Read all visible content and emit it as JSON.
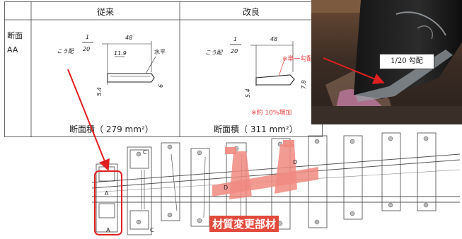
{
  "table": {
    "header_before": "従来",
    "header_after": "改良",
    "row_label_line1": "断面",
    "row_label_line2": "AA",
    "before": {
      "gradient_label": "こう配",
      "gradient_num": "1",
      "gradient_den": "20",
      "width_dim": "48",
      "dim_11_9": "11.9",
      "horizontal_label": "水平",
      "dim_5_4": "5.4",
      "dim_6": "6",
      "area_text": "断面積（  279  mm²）"
    },
    "after": {
      "gradient_label": "こう配",
      "gradient_num": "1",
      "gradient_den": "20",
      "width_dim": "48",
      "note_uniform": "※単一勾配",
      "dim_7_8": "7.8",
      "dim_5_4": "5.4",
      "note_increase": "※約 10%増加",
      "area_text": "断面積（  311  mm²）"
    }
  },
  "photo": {
    "label": "1/20 勾配"
  },
  "drawing": {
    "label_A_top": "A",
    "label_A_bottom": "A",
    "label_C_top": "C",
    "label_C_bottom": "C",
    "label_D_left": "D",
    "label_D_right": "D"
  },
  "caption": "材質変更部材",
  "colors": {
    "highlight_red": "#e24a3b",
    "note_red": "#e23b3b",
    "rail_pink": "#f08a80",
    "frame_red": "#e02020"
  }
}
